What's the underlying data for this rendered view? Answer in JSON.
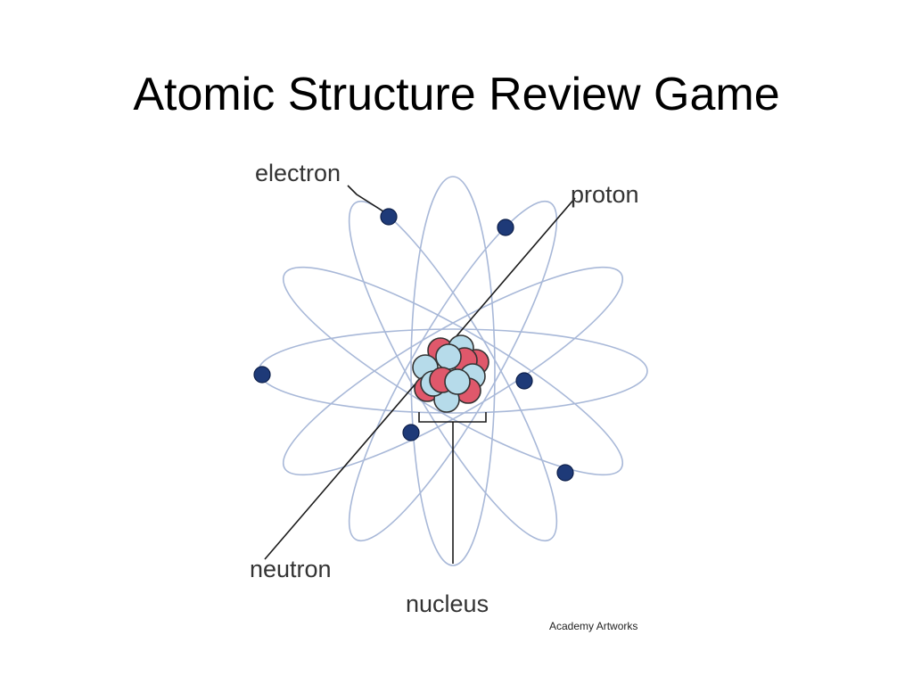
{
  "slide": {
    "title": "Atomic Structure Review Game"
  },
  "diagram": {
    "labels": {
      "electron": "electron",
      "proton": "proton",
      "neutron": "neutron",
      "nucleus": "nucleus"
    },
    "credit": "Academy Artworks",
    "colors": {
      "proton": "#e0586b",
      "neutron": "#b6dbea",
      "electron": "#1e3a78",
      "orbit": "#a8b8d8"
    }
  }
}
